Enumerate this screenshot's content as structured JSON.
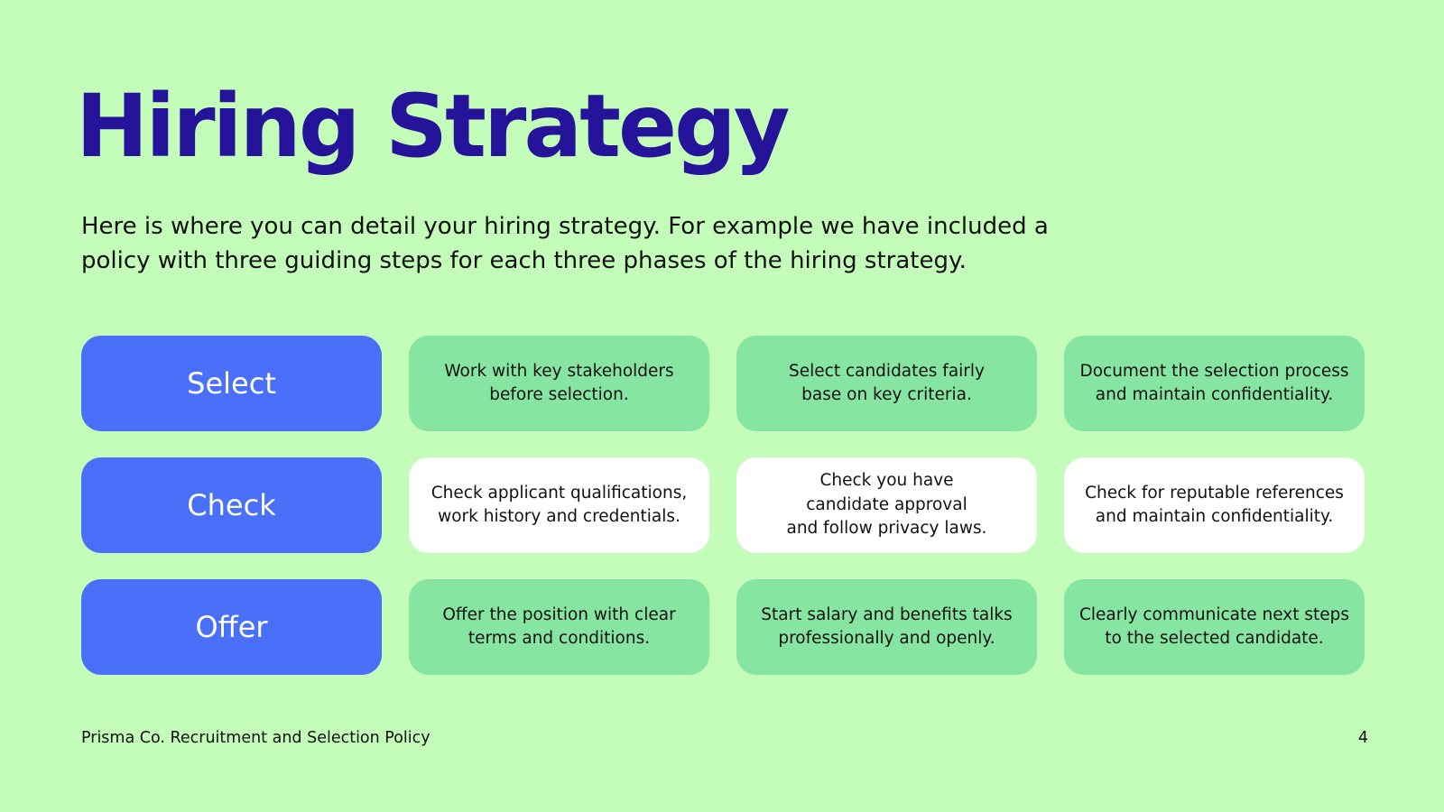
{
  "slide": {
    "title": "Hiring Strategy",
    "subtitle": "Here is where you can detail your hiring strategy. For example we have included a policy with three guiding steps for each three phases of the hiring strategy.",
    "rows": [
      {
        "phase": "Select",
        "steps": [
          "Work with key stakeholders\nbefore selection.",
          "Select candidates fairly\nbase on key criteria.",
          "Document the selection process\nand maintain confidentiality."
        ]
      },
      {
        "phase": "Check",
        "steps": [
          "Check applicant qualifications,\nwork history and credentials.",
          "Check you have\ncandidate approval\nand follow privacy laws.",
          "Check for reputable references\nand maintain confidentiality."
        ]
      },
      {
        "phase": "Offer",
        "steps": [
          "Offer the position with clear\nterms and conditions.",
          "Start salary and benefits talks\nprofessionally and openly.",
          "Clearly communicate next steps\nto the selected candidate."
        ]
      }
    ]
  },
  "footer": {
    "document_name": "Prisma Co. Recruitment and Selection Policy",
    "page_number": "4"
  },
  "colors": {
    "background": "#c4fdb9",
    "title": "#25139a",
    "phase_box": "#4a70fa",
    "step_box_green": "#86e5a1",
    "step_box_white": "#ffffff"
  }
}
